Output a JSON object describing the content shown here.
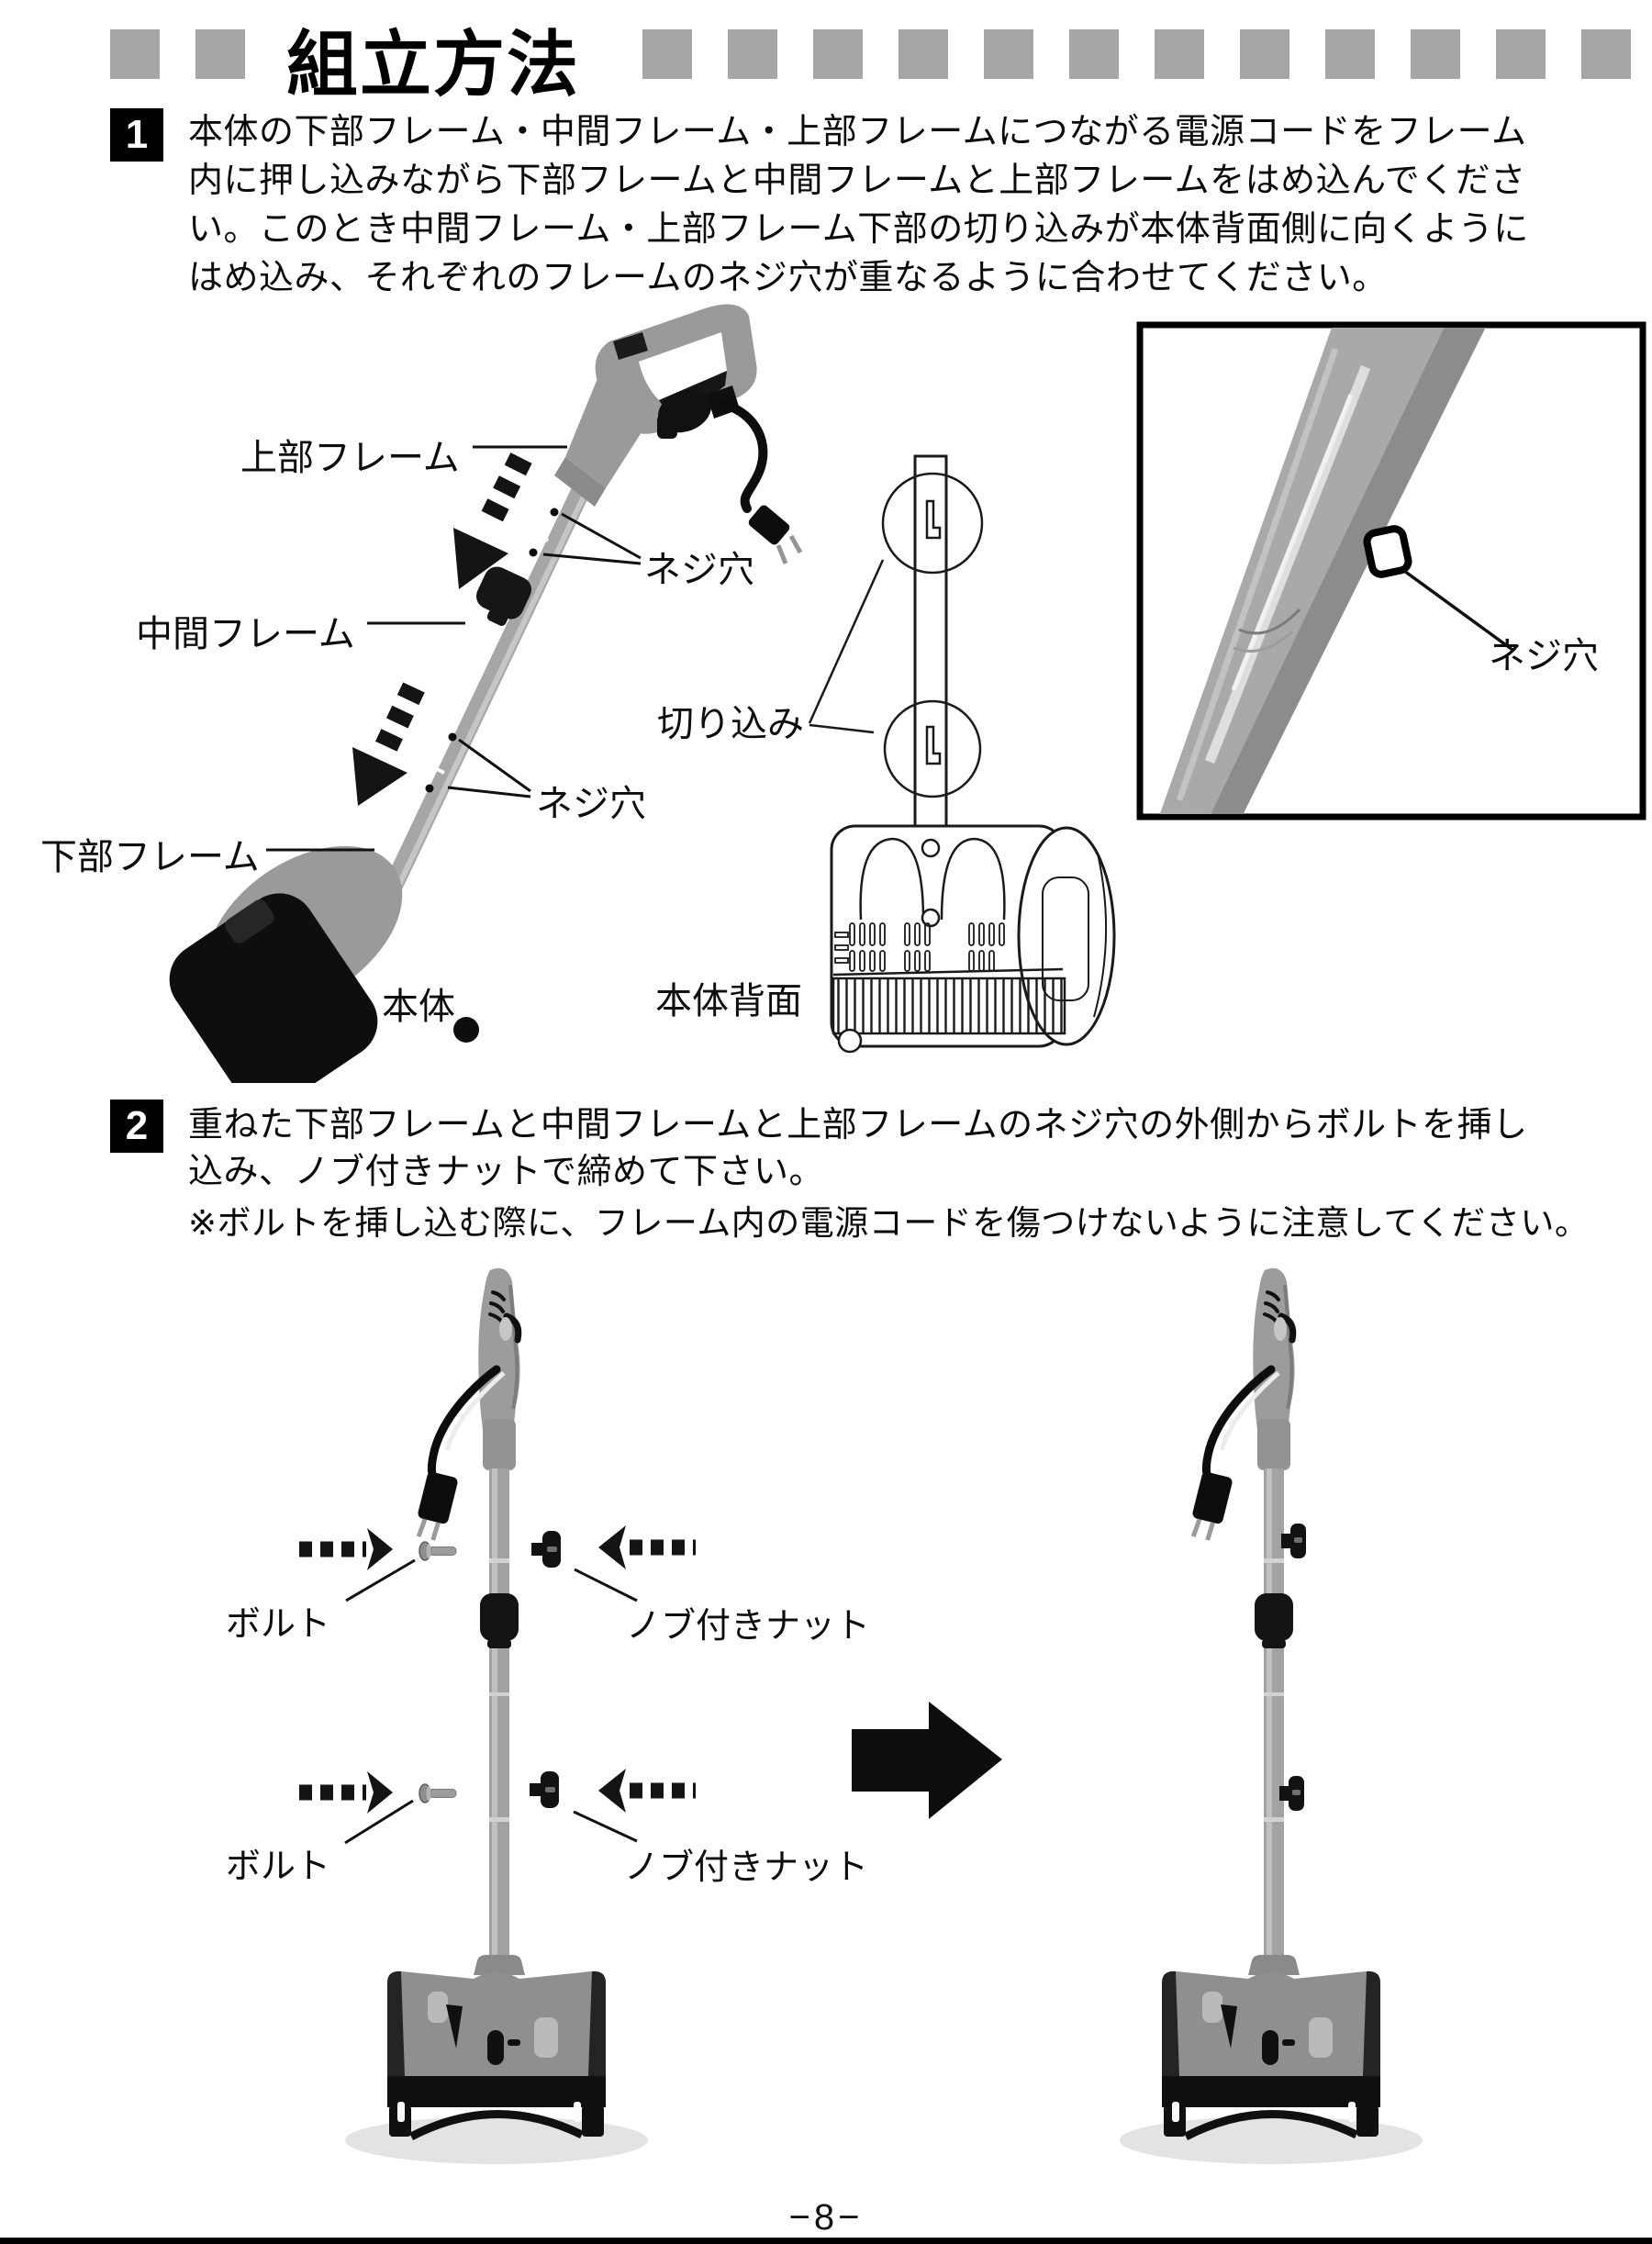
{
  "page": {
    "title": "組立方法",
    "page_number": "−8−"
  },
  "steps": [
    {
      "number": "1",
      "lines": [
        "本体の下部フレーム・中間フレーム・上部フレームにつながる電源コードをフレーム",
        "内に押し込みながら下部フレームと中間フレームと上部フレームをはめ込んでくださ",
        "い。このとき中間フレーム・上部フレーム下部の切り込みが本体背面側に向くように",
        "はめ込み、それぞれのフレームのネジ穴が重なるように合わせてください。"
      ]
    },
    {
      "number": "2",
      "lines": [
        "重ねた下部フレームと中間フレームと上部フレームのネジ穴の外側からボルトを挿し",
        "込み、ノブ付きナットで締めて下さい。",
        "※ボルトを挿し込む際に、フレーム内の電源コードを傷つけないように注意してください。"
      ]
    }
  ],
  "labels": {
    "upper_frame": "上部フレーム",
    "middle_frame": "中間フレーム",
    "lower_frame": "下部フレーム",
    "screw_hole": "ネジ穴",
    "notch": "切り込み",
    "body": "本体",
    "body_back": "本体背面",
    "bolt": "ボルト",
    "knob_nut": "ノブ付きナット"
  },
  "colors": {
    "title_square_gray": "#a6a6a6",
    "device_gray": "#9a9a9a",
    "ink_black": "#0d0d0d"
  }
}
